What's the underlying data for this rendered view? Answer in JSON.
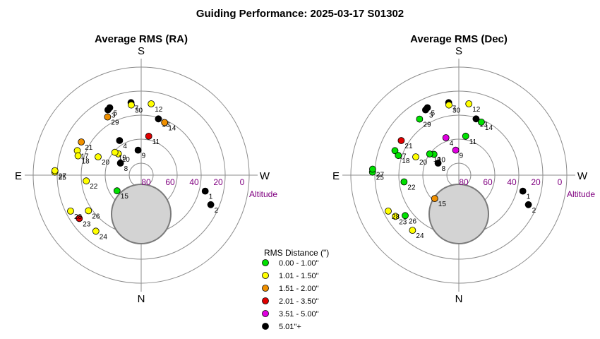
{
  "figure_title": "Guiding Performance: 2025-03-17 S01302",
  "compass": {
    "north": "N",
    "south": "S",
    "east": "E",
    "west": "W"
  },
  "altitude_label": "Altitude",
  "altitude_ticks": [
    "80",
    "60",
    "40",
    "20",
    "0"
  ],
  "legend": {
    "title": "RMS Distance (\")",
    "entries": [
      {
        "label": "0.00 - 1.00\"",
        "color": "#00e000"
      },
      {
        "label": "1.01 - 1.50\"",
        "color": "#ffff00"
      },
      {
        "label": "1.51 - 2.00\"",
        "color": "#f09000"
      },
      {
        "label": "2.01 - 3.50\"",
        "color": "#e00000"
      },
      {
        "label": "3.51 - 5.00\"",
        "color": "#e000e0"
      },
      {
        "label": "5.01\"+",
        "color": "#000000"
      }
    ]
  },
  "sun_disk_color": "#d3d3d3",
  "chart_data": [
    {
      "type": "scatter",
      "title": "Average RMS (RA)",
      "projection": "polar-sky",
      "axis": "altitude",
      "altitude_range": [
        0,
        90
      ],
      "points": [
        {
          "id": "1",
          "azimuth": 284,
          "altitude": 35,
          "category": 5
        },
        {
          "id": "2",
          "azimuth": 293,
          "altitude": 27,
          "category": 5
        },
        {
          "id": "3",
          "azimuth": 153,
          "altitude": 29,
          "category": 5
        },
        {
          "id": "4",
          "azimuth": 148,
          "altitude": 56,
          "category": 5
        },
        {
          "id": "5",
          "azimuth": 155,
          "altitude": 28,
          "category": 5
        },
        {
          "id": "7",
          "azimuth": 172,
          "altitude": 29,
          "category": 5
        },
        {
          "id": "8",
          "azimuth": 120,
          "altitude": 70,
          "category": 5
        },
        {
          "id": "9",
          "azimuth": 173,
          "altitude": 69,
          "category": 5
        },
        {
          "id": "10",
          "azimuth": 133,
          "altitude": 64,
          "category": 1
        },
        {
          "id": "11",
          "azimuth": 191,
          "altitude": 57,
          "category": 3
        },
        {
          "id": "12",
          "azimuth": 188,
          "altitude": 30,
          "category": 1
        },
        {
          "id": "13",
          "azimuth": 197,
          "altitude": 41,
          "category": 5
        },
        {
          "id": "14",
          "azimuth": 204,
          "altitude": 42,
          "category": 2
        },
        {
          "id": "15",
          "azimuth": 57,
          "altitude": 66,
          "category": 0
        },
        {
          "id": "17",
          "azimuth": 111,
          "altitude": 33,
          "category": 1
        },
        {
          "id": "18",
          "azimuth": 107,
          "altitude": 35,
          "category": 1
        },
        {
          "id": "19",
          "azimuth": 131,
          "altitude": 61,
          "category": 1
        },
        {
          "id": "20",
          "azimuth": 113,
          "altitude": 51,
          "category": 1
        },
        {
          "id": "21",
          "azimuth": 119,
          "altitude": 33,
          "category": 2
        },
        {
          "id": "22",
          "azimuth": 84,
          "altitude": 44,
          "category": 1
        },
        {
          "id": "23",
          "azimuth": 55,
          "altitude": 27,
          "category": 3
        },
        {
          "id": "24",
          "azimuth": 39,
          "altitude": 30,
          "category": 1
        },
        {
          "id": "25",
          "azimuth": 92,
          "altitude": 18,
          "category": 1
        },
        {
          "id": "26",
          "azimuth": 56,
          "altitude": 37,
          "category": 1
        },
        {
          "id": "27",
          "azimuth": 93,
          "altitude": 18,
          "category": 1
        },
        {
          "id": "28",
          "azimuth": 63,
          "altitude": 24,
          "category": 1
        },
        {
          "id": "29",
          "azimuth": 150,
          "altitude": 34,
          "category": 2
        },
        {
          "id": "30",
          "azimuth": 172,
          "altitude": 31,
          "category": 1
        }
      ]
    },
    {
      "type": "scatter",
      "title": "Average RMS (Dec)",
      "projection": "polar-sky",
      "axis": "altitude",
      "altitude_range": [
        0,
        90
      ],
      "points": [
        {
          "id": "1",
          "azimuth": 284,
          "altitude": 35,
          "category": 5
        },
        {
          "id": "2",
          "azimuth": 293,
          "altitude": 27,
          "category": 5
        },
        {
          "id": "3",
          "azimuth": 153,
          "altitude": 29,
          "category": 5
        },
        {
          "id": "4",
          "azimuth": 161,
          "altitude": 57,
          "category": 4
        },
        {
          "id": "5",
          "azimuth": 155,
          "altitude": 28,
          "category": 5
        },
        {
          "id": "7",
          "azimuth": 172,
          "altitude": 29,
          "category": 5
        },
        {
          "id": "8",
          "azimuth": 120,
          "altitude": 70,
          "category": 5
        },
        {
          "id": "9",
          "azimuth": 173,
          "altitude": 69,
          "category": 4
        },
        {
          "id": "10",
          "azimuth": 130,
          "altitude": 63,
          "category": 0
        },
        {
          "id": "11",
          "azimuth": 190,
          "altitude": 57,
          "category": 0
        },
        {
          "id": "12",
          "azimuth": 188,
          "altitude": 30,
          "category": 1
        },
        {
          "id": "13",
          "azimuth": 197,
          "altitude": 41,
          "category": 5
        },
        {
          "id": "14",
          "azimuth": 203,
          "altitude": 42,
          "category": 0
        },
        {
          "id": "15",
          "azimuth": 46,
          "altitude": 62,
          "category": 2
        },
        {
          "id": "17",
          "azimuth": 111,
          "altitude": 33,
          "category": 0
        },
        {
          "id": "18",
          "azimuth": 108,
          "altitude": 37,
          "category": 0
        },
        {
          "id": "19",
          "azimuth": 126,
          "altitude": 60,
          "category": 0
        },
        {
          "id": "20",
          "azimuth": 113,
          "altitude": 51,
          "category": 1
        },
        {
          "id": "21",
          "azimuth": 121,
          "altitude": 34,
          "category": 3
        },
        {
          "id": "22",
          "azimuth": 83,
          "altitude": 44,
          "category": 0
        },
        {
          "id": "23",
          "azimuth": 57,
          "altitude": 27,
          "category": 1
        },
        {
          "id": "24",
          "azimuth": 40,
          "altitude": 30,
          "category": 1
        },
        {
          "id": "25",
          "azimuth": 92,
          "altitude": 18,
          "category": 0
        },
        {
          "id": "26",
          "azimuth": 53,
          "altitude": 34,
          "category": 0
        },
        {
          "id": "27",
          "azimuth": 94,
          "altitude": 18,
          "category": 0
        },
        {
          "id": "28",
          "azimuth": 63,
          "altitude": 24,
          "category": 1
        },
        {
          "id": "29",
          "azimuth": 145,
          "altitude": 33,
          "category": 0
        },
        {
          "id": "30",
          "azimuth": 172,
          "altitude": 31,
          "category": 1
        }
      ]
    }
  ]
}
